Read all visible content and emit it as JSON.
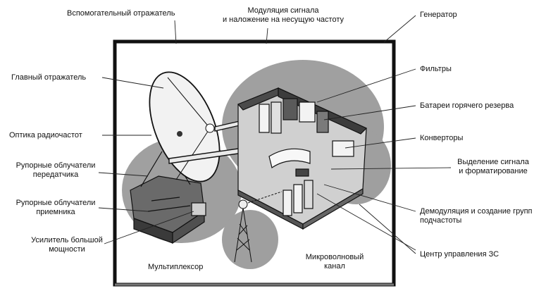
{
  "labels": {
    "aux_reflector": "Вспомогательный отражатель",
    "modulation": "Модуляция сигнала\nи наложение на несущую частоту",
    "generator": "Генератор",
    "main_reflector": "Главный отражатель",
    "filters": "Фильтры",
    "hot_standby_batteries": "Батареи горячего резерва",
    "rf_optics": "Оптика радиочастот",
    "converters": "Конверторы",
    "tx_horn_feeds": "Рупорные облучатели\nпередатчика",
    "signal_extraction": "Выделение сигнала\nи форматирование",
    "rx_horn_feeds": "Рупорные облучатели\nприемника",
    "demodulation": "Демодуляция и создание групп\nподчастоты",
    "hpa": "Усилитель большой\nмощности",
    "microwave_channel": "Микроволновый\nканал",
    "multiplexer": "Мультиплексор",
    "control_center": "Центр управления ЗС"
  },
  "colors": {
    "frame": "#111111",
    "shadow": "#9a9a9a",
    "line": "#222222"
  }
}
